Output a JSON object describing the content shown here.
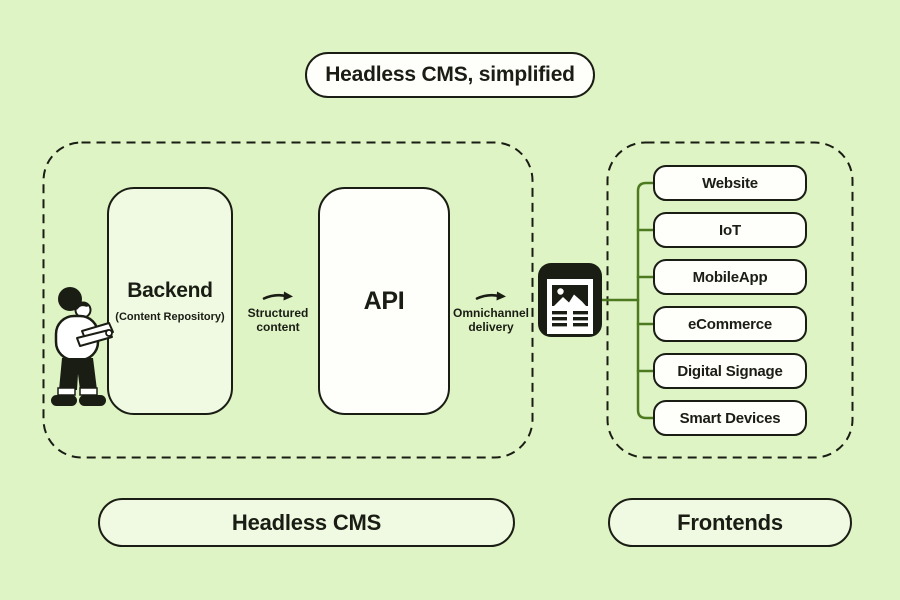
{
  "theme": {
    "background": "#dff4c5",
    "ink": "#1a1d14",
    "line_green": "#4d7a20",
    "light_fill": "#f0f9e1",
    "white_fill": "#fefefb"
  },
  "title_pill": {
    "label": "Headless CMS, simplified"
  },
  "headless_cms_group": {
    "backend_box": {
      "title": "Backend",
      "subtitle": "(Content Repository)"
    },
    "structured_content_arrow": {
      "icon": "right-arrow-icon",
      "line1": "Structured",
      "line2": "content"
    },
    "api_box": {
      "title": "API"
    },
    "omnichannel_arrow": {
      "icon": "right-arrow-icon",
      "line1": "Omnichannel",
      "line2": "delivery"
    },
    "label_pill": "Headless CMS"
  },
  "icons": {
    "content_icon": "webpage-content-icon",
    "person_illustration": "person-with-laptop-illustration"
  },
  "frontends_group": {
    "items": [
      "Website",
      "IoT",
      "MobileApp",
      "eCommerce",
      "Digital Signage",
      "Smart Devices"
    ],
    "label_pill": "Frontends"
  }
}
